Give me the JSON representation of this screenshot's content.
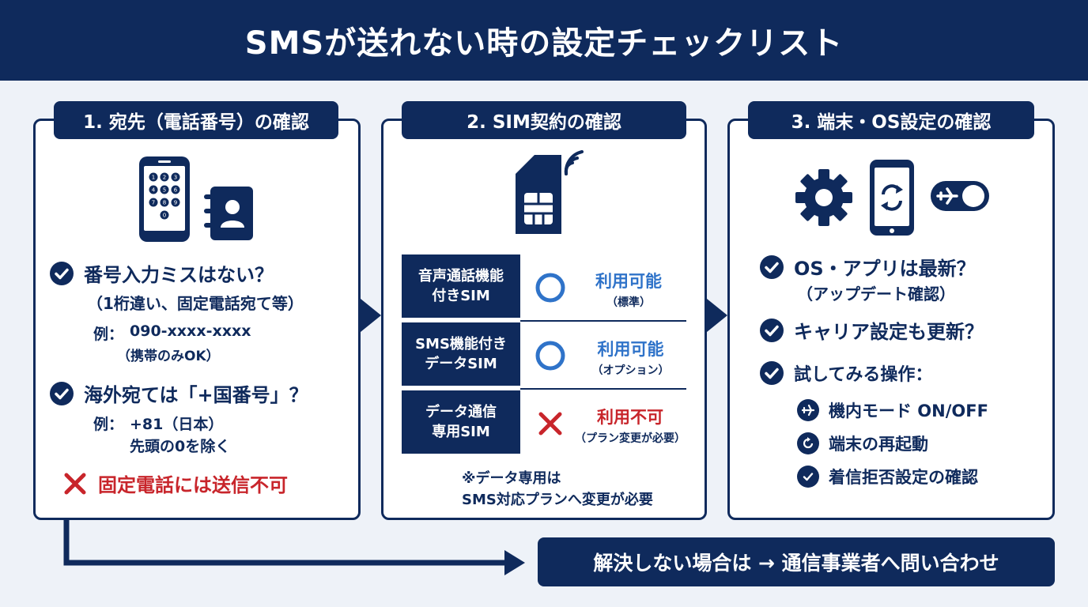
{
  "title": "SMSが送れない時の設定チェックリスト",
  "panel1": {
    "title": "1. 宛先（電話番号）の確認",
    "check1_title": "番号入力ミスはない？",
    "check1_sub": "（1桁違い、固定電話宛て等）",
    "example1_label": "例：",
    "example1_value": "090-xxxx-xxxx",
    "example1_note": "（携帯のみOK）",
    "check2_title": "海外宛ては「+国番号」？",
    "example2_label": "例：",
    "example2_value": "+81（日本）",
    "example2_note": "先頭の0を除く",
    "warning": "固定電話には送信不可",
    "keypad_digits": [
      "1",
      "2",
      "3",
      "4",
      "5",
      "6",
      "7",
      "8",
      "9",
      "0"
    ]
  },
  "panel2": {
    "title": "2. SIM契約の確認",
    "rows": [
      {
        "label_line1": "音声通話機能",
        "label_line2": "付きSIM",
        "status": "利用可能",
        "note": "（標準）",
        "ok": true
      },
      {
        "label_line1": "SMS機能付き",
        "label_line2": "データSIM",
        "status": "利用可能",
        "note": "（オプション）",
        "ok": true
      },
      {
        "label_line1": "データ通信",
        "label_line2": "専用SIM",
        "status": "利用不可",
        "note": "（プラン変更が必要）",
        "ok": false
      }
    ],
    "footnote_line1": "※データ専用は",
    "footnote_line2": "SMS対応プランへ変更が必要"
  },
  "panel3": {
    "title": "3. 端末・OS設定の確認",
    "check1_title": "OS・アプリは最新？",
    "check1_sub": "（アップデート確認）",
    "check2_title": "キャリア設定も更新？",
    "check3_title": "試してみる操作：",
    "actions": [
      "機内モード ON/OFF",
      "端末の再起動",
      "着信拒否設定の確認"
    ]
  },
  "footer": {
    "text": "解決しない場合は → 通信事業者へ問い合わせ"
  },
  "colors": {
    "navy": "#0f2a5c",
    "blue": "#2f73c9",
    "red": "#c8252b"
  }
}
